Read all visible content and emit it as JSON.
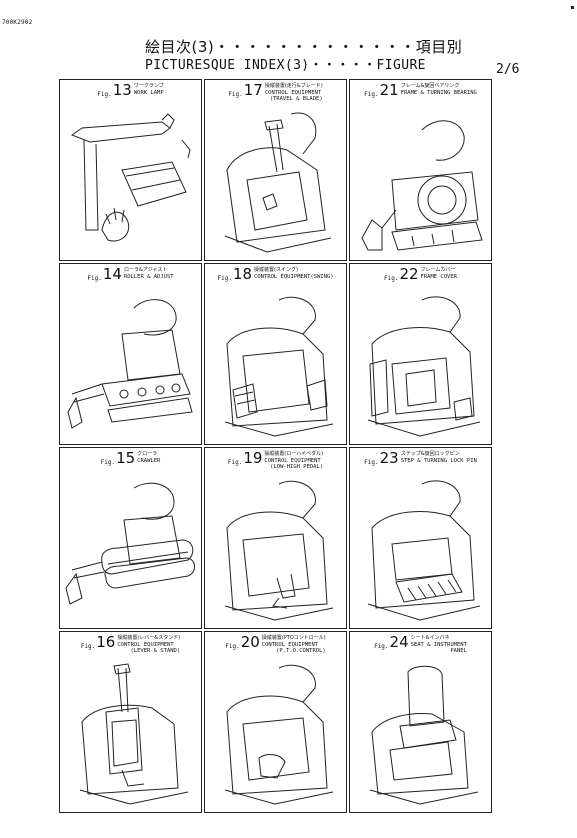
{
  "doc_code": "700K2902",
  "title_jp": "絵目次(3)・・・・・・・・・・・・・項目別",
  "title_en": "PICTURESQUE INDEX(3)・・・・・FIGURE",
  "page": "2/6",
  "fig_prefix": "Fig.",
  "figures": [
    {
      "num": "13",
      "jp": "ワークランプ",
      "en1": "WORK LAMP",
      "en2": "",
      "picture": "work-lamp-drawing"
    },
    {
      "num": "17",
      "jp": "操縦装置(走行&ブレード)",
      "en1": "CONTROL EQUIPMENT",
      "en2": "(TRAVEL & BLADE)",
      "picture": "travel-blade-control-drawing"
    },
    {
      "num": "21",
      "jp": "フレーム&旋回ベアリング",
      "en1": "FRAME & TURNING BEARING",
      "en2": "",
      "picture": "frame-bearing-drawing"
    },
    {
      "num": "14",
      "jp": "ローラ&アジャスト",
      "en1": "ROLLER & ADJUST",
      "en2": "",
      "picture": "roller-adjust-drawing"
    },
    {
      "num": "18",
      "jp": "操縦装置(スイング)",
      "en1": "CONTROL EQUIPMENT(SWING)",
      "en2": "",
      "picture": "swing-control-drawing"
    },
    {
      "num": "22",
      "jp": "フレームカバー",
      "en1": "FRAME COVER",
      "en2": "",
      "picture": "frame-cover-drawing"
    },
    {
      "num": "15",
      "jp": "クローラ",
      "en1": "CRAWLER",
      "en2": "",
      "picture": "crawler-drawing"
    },
    {
      "num": "19",
      "jp": "操縦装置(ローハイペダル)",
      "en1": "CONTROL EQUIPMENT",
      "en2": "(LOW-HIGH PEDAL)",
      "picture": "low-high-pedal-drawing"
    },
    {
      "num": "23",
      "jp": "ステップ&旋回ロックピン",
      "en1": "STEP & TURNING LOCK PIN",
      "en2": "",
      "picture": "step-lock-pin-drawing"
    },
    {
      "num": "16",
      "jp": "操縦装置(レバー&スタンド)",
      "en1": "CONTROL EQUIPMENT",
      "en2": "(LEVER & STAND)",
      "picture": "lever-stand-drawing"
    },
    {
      "num": "20",
      "jp": "操縦装置(PTOコントロール)",
      "en1": "CONTROL EQUIPMENT",
      "en2": "(P.T.O.CONTROL)",
      "picture": "pto-control-drawing"
    },
    {
      "num": "24",
      "jp": "シート&インパネ",
      "en1": "SEAT & INSTRUMENT",
      "en2": "PANEL",
      "picture": "seat-panel-drawing"
    }
  ],
  "colors": {
    "ink": "#222222",
    "paper": "#ffffff"
  }
}
